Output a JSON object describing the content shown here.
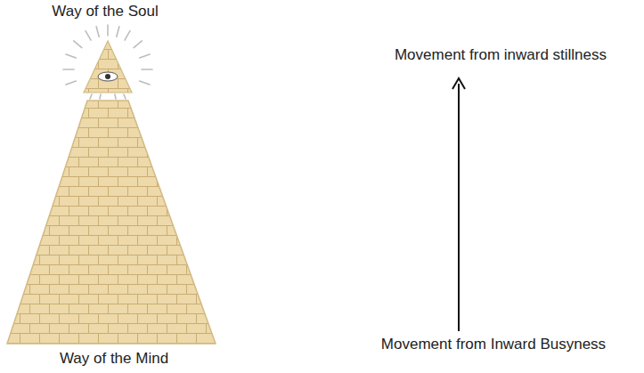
{
  "diagram": {
    "labels": [
      "Way of the Soul",
      "Movement from inward stillness",
      "Movement from Inward Busyness",
      "Way of the Mind"
    ]
  }
}
